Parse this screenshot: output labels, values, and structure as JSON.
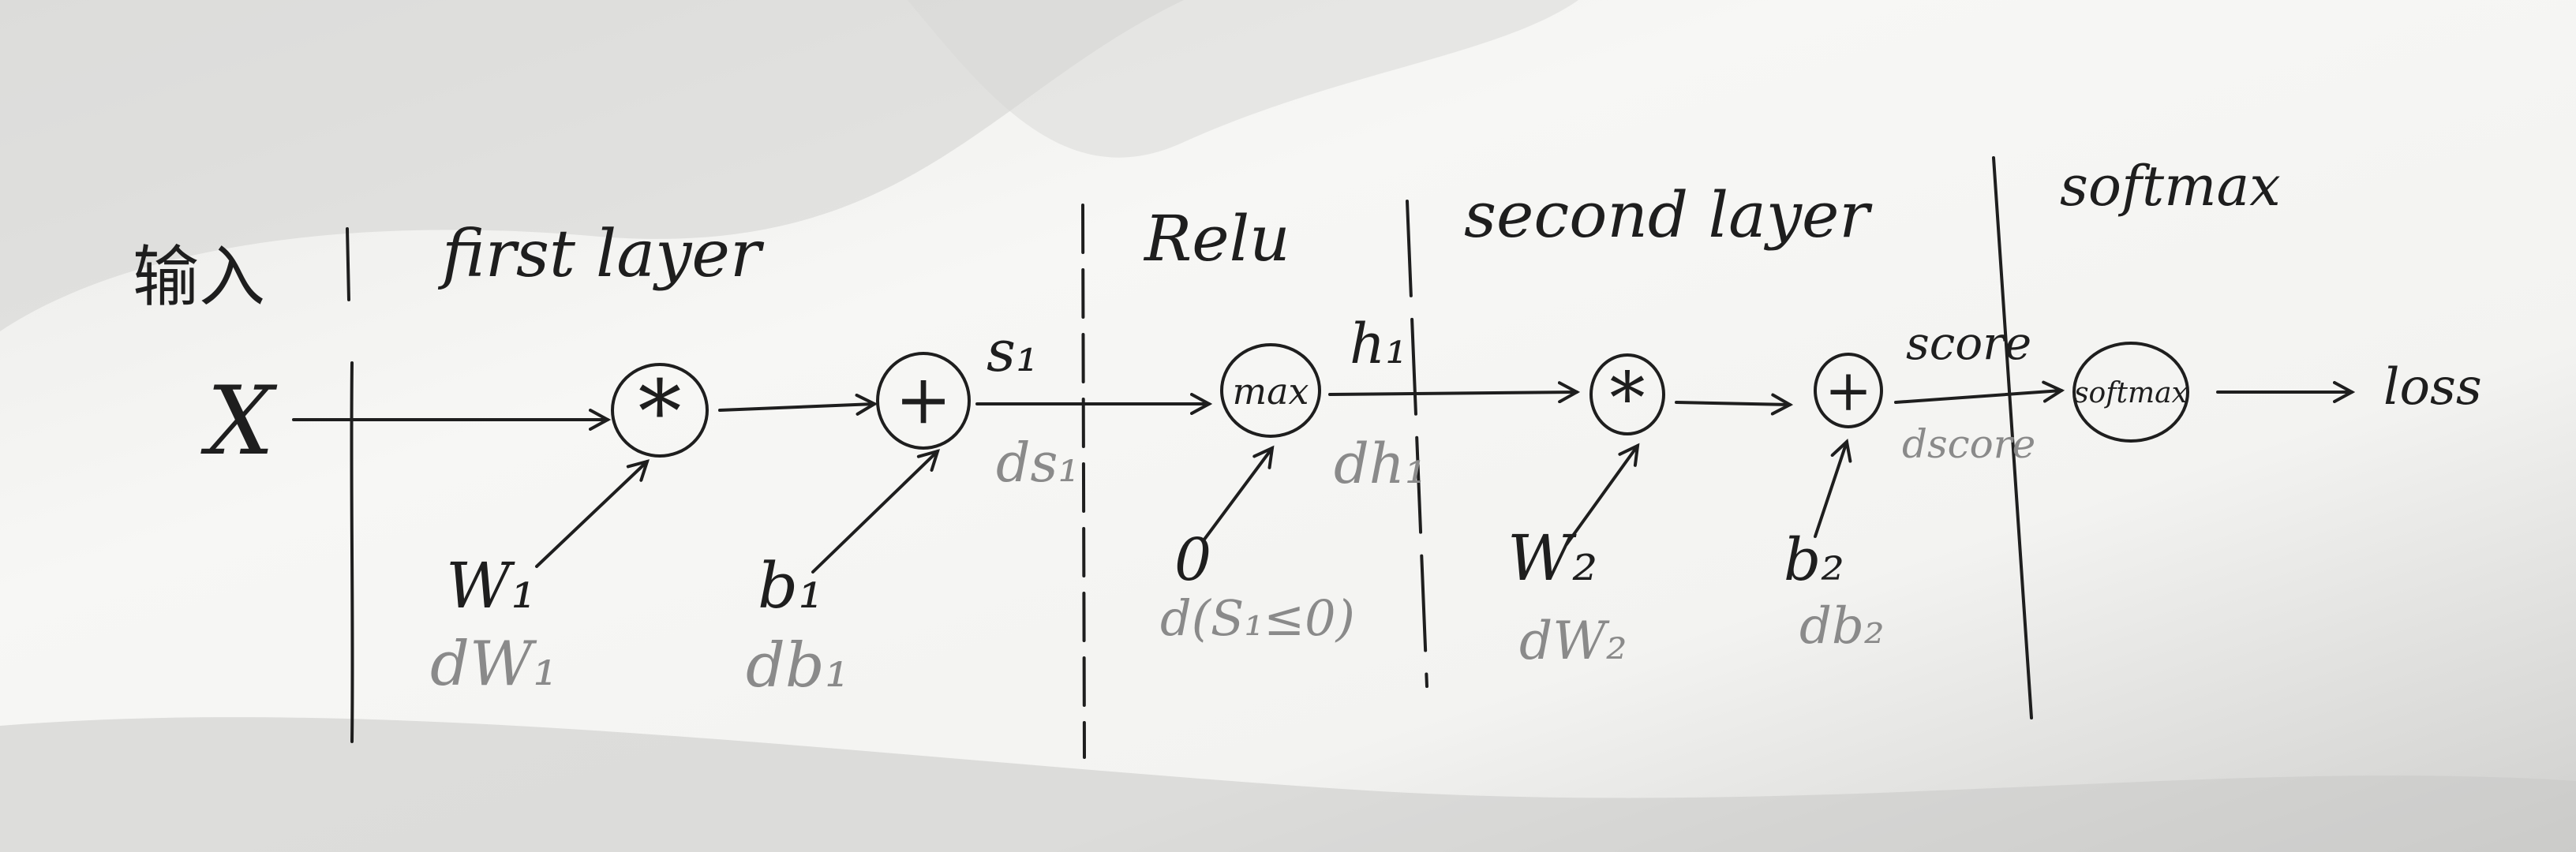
{
  "headers": {
    "input": "输入",
    "first_layer": "first layer",
    "relu": "Relu",
    "second_layer": "second layer",
    "softmax": "softmax"
  },
  "nodes": {
    "x": "X",
    "mul1": "*",
    "add1": "+",
    "max": "max",
    "mul2": "*",
    "add2": "+",
    "softmax": "softmax",
    "loss": "loss"
  },
  "labels": {
    "s1": "s₁",
    "ds1": "ds₁",
    "h1": "h₁",
    "dh1": "dh₁",
    "score": "score",
    "dscore": "dscore",
    "w1": "W₁",
    "dw1": "dW₁",
    "b1": "b₁",
    "db1": "db₁",
    "zero": "0",
    "d_s1_le_0": "d(S₁≤0)",
    "w2": "W₂",
    "dw2": "dW₂",
    "b2": "b₂",
    "db2": "db₂"
  },
  "colors": {
    "ink": "#1e1e1e",
    "pencil": "#8a8a8a",
    "paper": "#dcdcda",
    "paper_light": "#f6f6f4"
  }
}
